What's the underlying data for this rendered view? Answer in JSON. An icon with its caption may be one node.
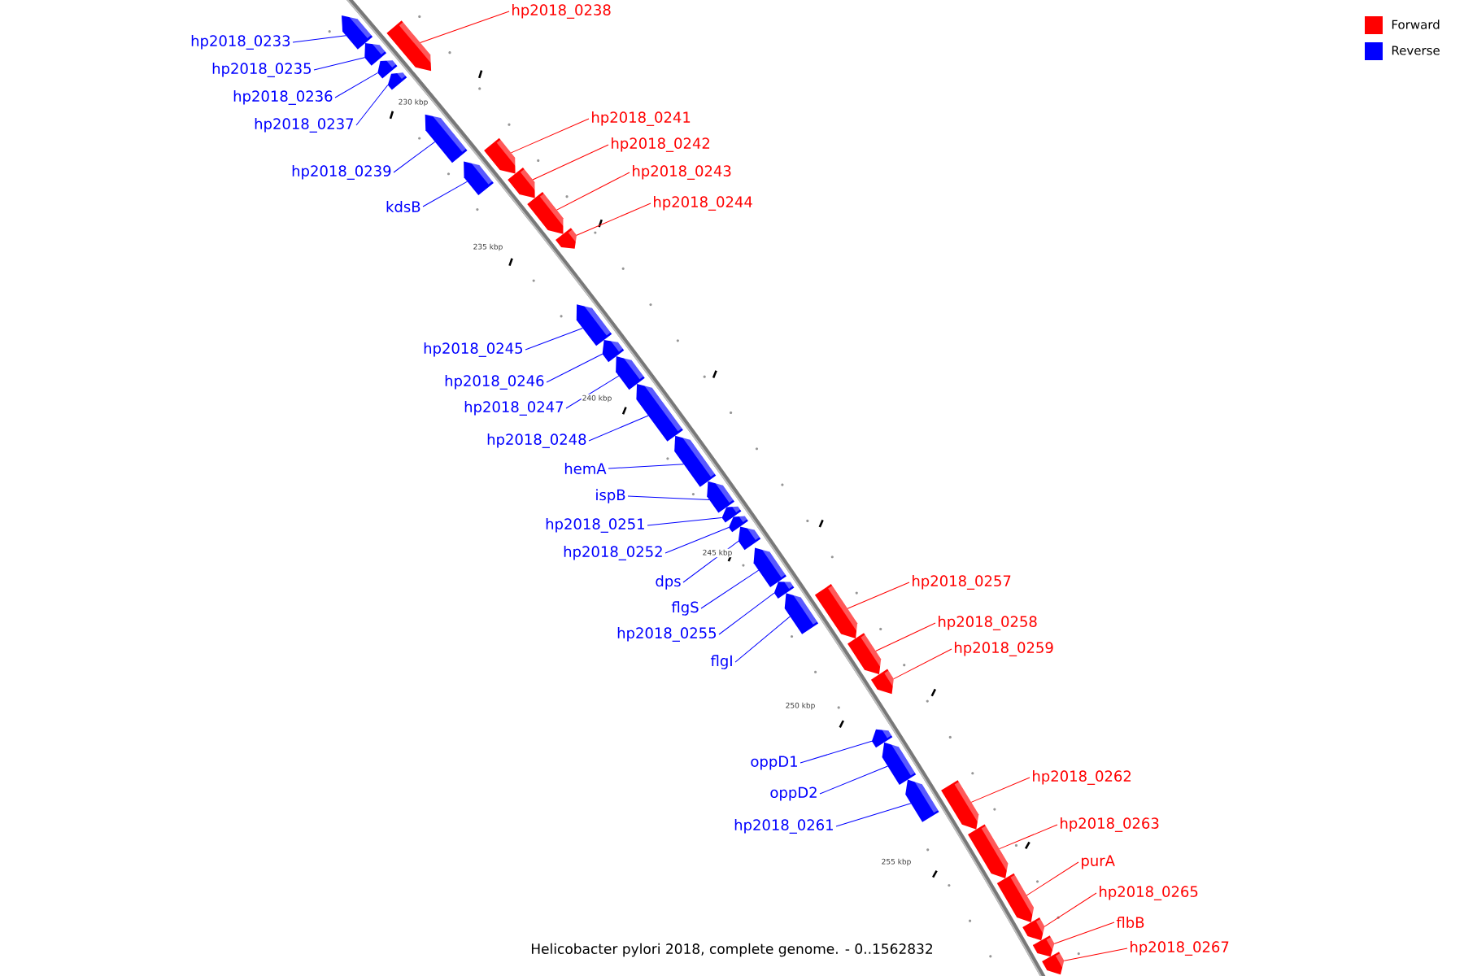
{
  "diagram": {
    "caption": "Helicobacter pylori 2018, complete genome. - 0..1562832",
    "nodes": [
      {
        "text": [
          "hp2018_0238"
        ]
      },
      {
        "text": [
          "hp2018_0233"
        ]
      },
      {
        "text": [
          "hp2018_0235"
        ]
      },
      {
        "text": [
          "hp2018_0236"
        ]
      },
      {
        "text": [
          "hp2018_0241"
        ]
      },
      {
        "text": [
          "hp2018_0237"
        ]
      },
      {
        "text": [
          "hp2018_0242"
        ]
      },
      {
        "text": [
          "hp2018_0239"
        ]
      },
      {
        "text": [
          "hp2018_0243"
        ]
      },
      {
        "text": [
          "hp2018_0244"
        ]
      },
      {
        "text": [
          "kdsB"
        ]
      },
      {
        "text": [
          "hp2018_0245"
        ]
      },
      {
        "text": [
          "hp2018_0246"
        ]
      },
      {
        "text": [
          "hp2018_0247"
        ]
      },
      {
        "text": [
          "hp2018_0248"
        ]
      },
      {
        "text": [
          "hemA"
        ]
      },
      {
        "text": [
          "ispB"
        ]
      },
      {
        "text": [
          "hp2018_0251"
        ]
      },
      {
        "text": [
          "hp2018_0252"
        ]
      },
      {
        "text": [
          "hp2018_0257"
        ]
      },
      {
        "text": [
          "dps"
        ]
      },
      {
        "text": [
          "flgS"
        ]
      },
      {
        "text": [
          "hp2018_0258"
        ]
      },
      {
        "text": [
          "hp2018_0255"
        ]
      },
      {
        "text": [
          "hp2018_0259"
        ]
      },
      {
        "text": [
          "flgI"
        ]
      },
      {
        "text": [
          "oppD1"
        ]
      },
      {
        "text": [
          "hp2018_0262"
        ]
      },
      {
        "text": [
          "oppD2"
        ]
      },
      {
        "text": [
          "hp2018_0263"
        ]
      },
      {
        "text": [
          "hp2018_0261"
        ]
      },
      {
        "text": [
          "purA"
        ]
      },
      {
        "text": [
          "hp2018_0265"
        ]
      },
      {
        "text": [
          "flbB"
        ]
      },
      {
        "text": [
          "hp2018_0267"
        ]
      },
      {
        "text": [],
        "shape": "bar"
      },
      {
        "text": [],
        "shape": "bar"
      },
      {
        "text": [],
        "shape": "bar"
      },
      {
        "text": [],
        "shape": "bar"
      },
      {
        "text": [],
        "shape": "bar"
      },
      {
        "text": [],
        "shape": "bar"
      },
      {
        "text": [],
        "shape": "bar"
      },
      {
        "text": [],
        "shape": "bar"
      },
      {
        "text": [],
        "shape": "bar"
      },
      {
        "text": [],
        "shape": "bar"
      },
      {
        "text": [],
        "shape": "bar"
      },
      {
        "text": [],
        "shape": "bar"
      },
      {
        "text": [],
        "shape": "bar"
      },
      {
        "text": [],
        "shape": "bar"
      },
      {
        "text": [],
        "shape": "bar"
      },
      {
        "text": [],
        "shape": "bar"
      },
      {
        "text": [],
        "shape": "bar"
      },
      {
        "text": [],
        "shape": "bar"
      },
      {
        "text": [],
        "shape": "bar"
      },
      {
        "text": [],
        "shape": "bar"
      },
      {
        "text": [],
        "shape": "bar"
      },
      {
        "text": [],
        "shape": "bar"
      },
      {
        "text": [],
        "shape": "bar"
      },
      {
        "text": [],
        "shape": "bar"
      },
      {
        "text": [],
        "shape": "bar"
      },
      {
        "text": [],
        "shape": "bar"
      },
      {
        "text": [],
        "shape": "bar"
      },
      {
        "text": [],
        "shape": "bar"
      },
      {
        "text": [],
        "shape": "bar"
      },
      {
        "text": [],
        "shape": "bar"
      },
      {
        "text": [],
        "shape": "bar"
      },
      {
        "text": [],
        "shape": "bar"
      },
      {
        "text": [],
        "shape": "bar"
      },
      {
        "text": [],
        "shape": "bar"
      },
      {
        "text": [],
        "shape": "bar"
      }
    ],
    "edges": [
      {
        "from": 0,
        "to": 37,
        "arrow": "none",
        "color": "#ff0000"
      },
      {
        "from": 1,
        "to": 35,
        "arrow": "none"
      },
      {
        "from": 2,
        "to": 36,
        "arrow": "none"
      },
      {
        "from": 3,
        "to": 38,
        "arrow": "none"
      },
      {
        "from": 4,
        "to": 42,
        "arrow": "none",
        "color": "#ff0000"
      },
      {
        "from": 5,
        "to": 39,
        "arrow": "none"
      },
      {
        "from": 6,
        "to": 43,
        "arrow": "none",
        "color": "#ff0000"
      },
      {
        "from": 7,
        "to": 40,
        "arrow": "none"
      },
      {
        "from": 8,
        "to": 44,
        "arrow": "none",
        "color": "#ff0000"
      },
      {
        "from": 9,
        "to": 45,
        "arrow": "none",
        "color": "#ff0000"
      },
      {
        "from": 10,
        "to": 41,
        "arrow": "none"
      },
      {
        "from": 11,
        "to": 46,
        "arrow": "none"
      },
      {
        "from": 12,
        "to": 47,
        "arrow": "none"
      },
      {
        "from": 13,
        "to": 48,
        "arrow": "none"
      },
      {
        "from": 14,
        "to": 49,
        "arrow": "none"
      },
      {
        "from": 15,
        "to": 50,
        "arrow": "none"
      },
      {
        "from": 16,
        "to": 51,
        "arrow": "none"
      },
      {
        "from": 17,
        "to": 52,
        "arrow": "none"
      },
      {
        "from": 18,
        "to": 53,
        "arrow": "none"
      },
      {
        "from": 19,
        "to": 58,
        "arrow": "none",
        "color": "#ff0000"
      },
      {
        "from": 20,
        "to": 54,
        "arrow": "none"
      },
      {
        "from": 21,
        "to": 55,
        "arrow": "none"
      },
      {
        "from": 22,
        "to": 59,
        "arrow": "none",
        "color": "#ff0000"
      },
      {
        "from": 23,
        "to": 56,
        "arrow": "none"
      },
      {
        "from": 24,
        "to": 60,
        "arrow": "none",
        "color": "#ff0000"
      },
      {
        "from": 25,
        "to": 57,
        "arrow": "none"
      },
      {
        "from": 26,
        "to": 61,
        "arrow": "none"
      },
      {
        "from": 27,
        "to": 64,
        "arrow": "none",
        "color": "#ff0000"
      },
      {
        "from": 28,
        "to": 62,
        "arrow": "none"
      },
      {
        "from": 29,
        "to": 65,
        "arrow": "none",
        "color": "#ff0000"
      },
      {
        "from": 30,
        "to": 63,
        "arrow": "none"
      },
      {
        "from": 31,
        "to": 66,
        "arrow": "none",
        "color": "#ff0000"
      },
      {
        "from": 32,
        "to": 67,
        "arrow": "none",
        "color": "#ff0000"
      },
      {
        "from": 33,
        "to": 68,
        "arrow": "none",
        "color": "#ff0000"
      },
      {
        "from": 34,
        "to": 69,
        "arrow": "none",
        "color": "#ff0000"
      }
    ],
    "labels": [
      "230 kbp",
      "235 kbp",
      "240 kbp",
      "245 kbp",
      "250 kbp",
      "255 kbp"
    ],
    "legend": [
      {
        "text": "Forward",
        "color": "#ff0000"
      },
      {
        "text": "Reverse",
        "color": "#0000ff"
      }
    ]
  }
}
